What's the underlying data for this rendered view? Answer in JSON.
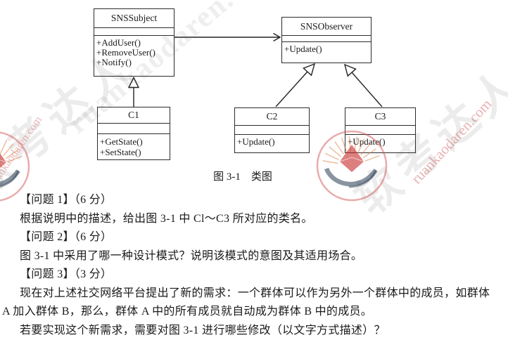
{
  "diagram": {
    "classes": [
      {
        "name": "SNSSubject",
        "methods": [
          "+AddUser()",
          "+RemoveUser()",
          "+Notify()"
        ]
      },
      {
        "name": "SNSObserver",
        "methods": [
          "+Update()"
        ]
      },
      {
        "name": "C1",
        "methods": [
          "+GetState()",
          "+SetState()"
        ]
      },
      {
        "name": "C2",
        "methods": [
          "+Update()"
        ]
      },
      {
        "name": "C3",
        "methods": [
          "+Update()"
        ]
      }
    ],
    "caption": "图 3-1　类图"
  },
  "questions": {
    "lines": [
      "【问题 1】（6 分）",
      "根据说明中的描述，给出图 3-1 中 Cl～C3 所对应的类名。",
      "【问题 2】（6 分）",
      "图 3-1 中采用了哪一种设计模式？说明该模式的意图及其适用场合。",
      "【问题 3】（3 分）",
      "现在对上述社交网络平台提出了新的需求：一个群体可以作为另外一个群体中的成员，如群体",
      "A 加入群体 B，那么，群体 A 中的所有成员就自动成为群体 B 中的成员。",
      "若要实现这个新需求，需要对图 3-1 进行哪些修改（以文字方式描述）？"
    ]
  },
  "watermark": {
    "brand_text": "软考达人",
    "url_text": "ruankaodaren.com",
    "accent_color": "#cc3333"
  }
}
